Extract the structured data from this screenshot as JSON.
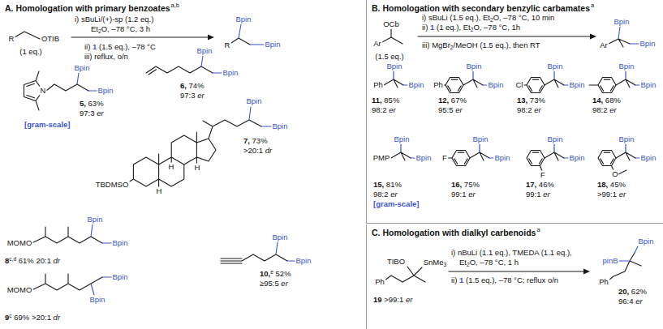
{
  "diagram": {
    "nodes": [
      {
        "text": [
          "A. Homologation with primary benzoates"
        ]
      },
      {
        "text": [
          "B. Homologation with secondary benzylic carbamates"
        ]
      },
      {
        "text": [
          "C. Homologation with dialkyl carbenoids"
        ]
      }
    ],
    "labels": [
      "a,b",
      "R",
      "OTIB",
      "(1 eq.)",
      "i) sBuLi/(+)-sp (1.2 eq.)",
      "Et2O, –78 °C, 3 h",
      "ii) 1 (1.5 eq.), –78 °C",
      "iii) reflux, o/n",
      "R",
      "Bpin",
      "Bpin",
      "N",
      "Bpin",
      "Bpin",
      "5, 63%",
      "97:3 er",
      "[gram-scale]",
      "Bpin",
      "Bpin",
      "6, 74%",
      "97:3 er",
      "TBDMSO",
      "H",
      "H",
      "H",
      "Bpin",
      "Bpin",
      "7, 73%",
      ">20:1 dr",
      "MOMO",
      "Bpin",
      "Bpin",
      "8c,d 61% 20:1 dr",
      "MOMO",
      "Bpin",
      "Bpin",
      "9c 69% >20:1 dr",
      "Bpin",
      "Bpin",
      "10,e 52%",
      "≥95:5 er",
      "a",
      "OCb",
      "Ar",
      "(1.5 eq.)",
      "i) sBuLi (1.5 eq.), Et2O, –78 °C, 10 min",
      "ii) 1 (1 eq.), Et2O, –78 °C, 1h",
      "iii) MgBr2/MeOH (1.5 eq.), then RT",
      "Bpin",
      "Ar",
      "Bpin",
      "Ph",
      "Bpin",
      "Bpin",
      "11, 85%",
      "98:2 er",
      "Ph",
      "Bpin",
      "Bpin",
      "12, 67%",
      "95:5 er",
      "Cl",
      "Bpin",
      "Bpin",
      "13, 73%",
      "98:2 er",
      "Bpin",
      "Bpin",
      "14, 68%",
      "98:2 er",
      "PMP",
      "Bpin",
      "Bpin",
      "15, 81%",
      "98:2 er",
      "[gram-scale]",
      "F",
      "Bpin",
      "Bpin",
      "16, 75%",
      "99:1 er",
      "F",
      "Bpin",
      "Bpin",
      "17, 46%",
      "99:1 er",
      "O",
      "Bpin",
      "Bpin",
      "18, 45%",
      ">99:1 er",
      "a",
      "TIBO",
      "SnMe3",
      "Ph",
      "19 >99:1 er",
      "i) nBuLi (1.1 eq.), TMEDA (1.1 eq.),",
      "Et2O, –78 °C, 1 h",
      "ii) 1 (1.5 eq.), –78 °C; reflux o/n",
      "pinB",
      "Bpin",
      "Ph",
      "20, 62%",
      "96:4 er"
    ]
  }
}
